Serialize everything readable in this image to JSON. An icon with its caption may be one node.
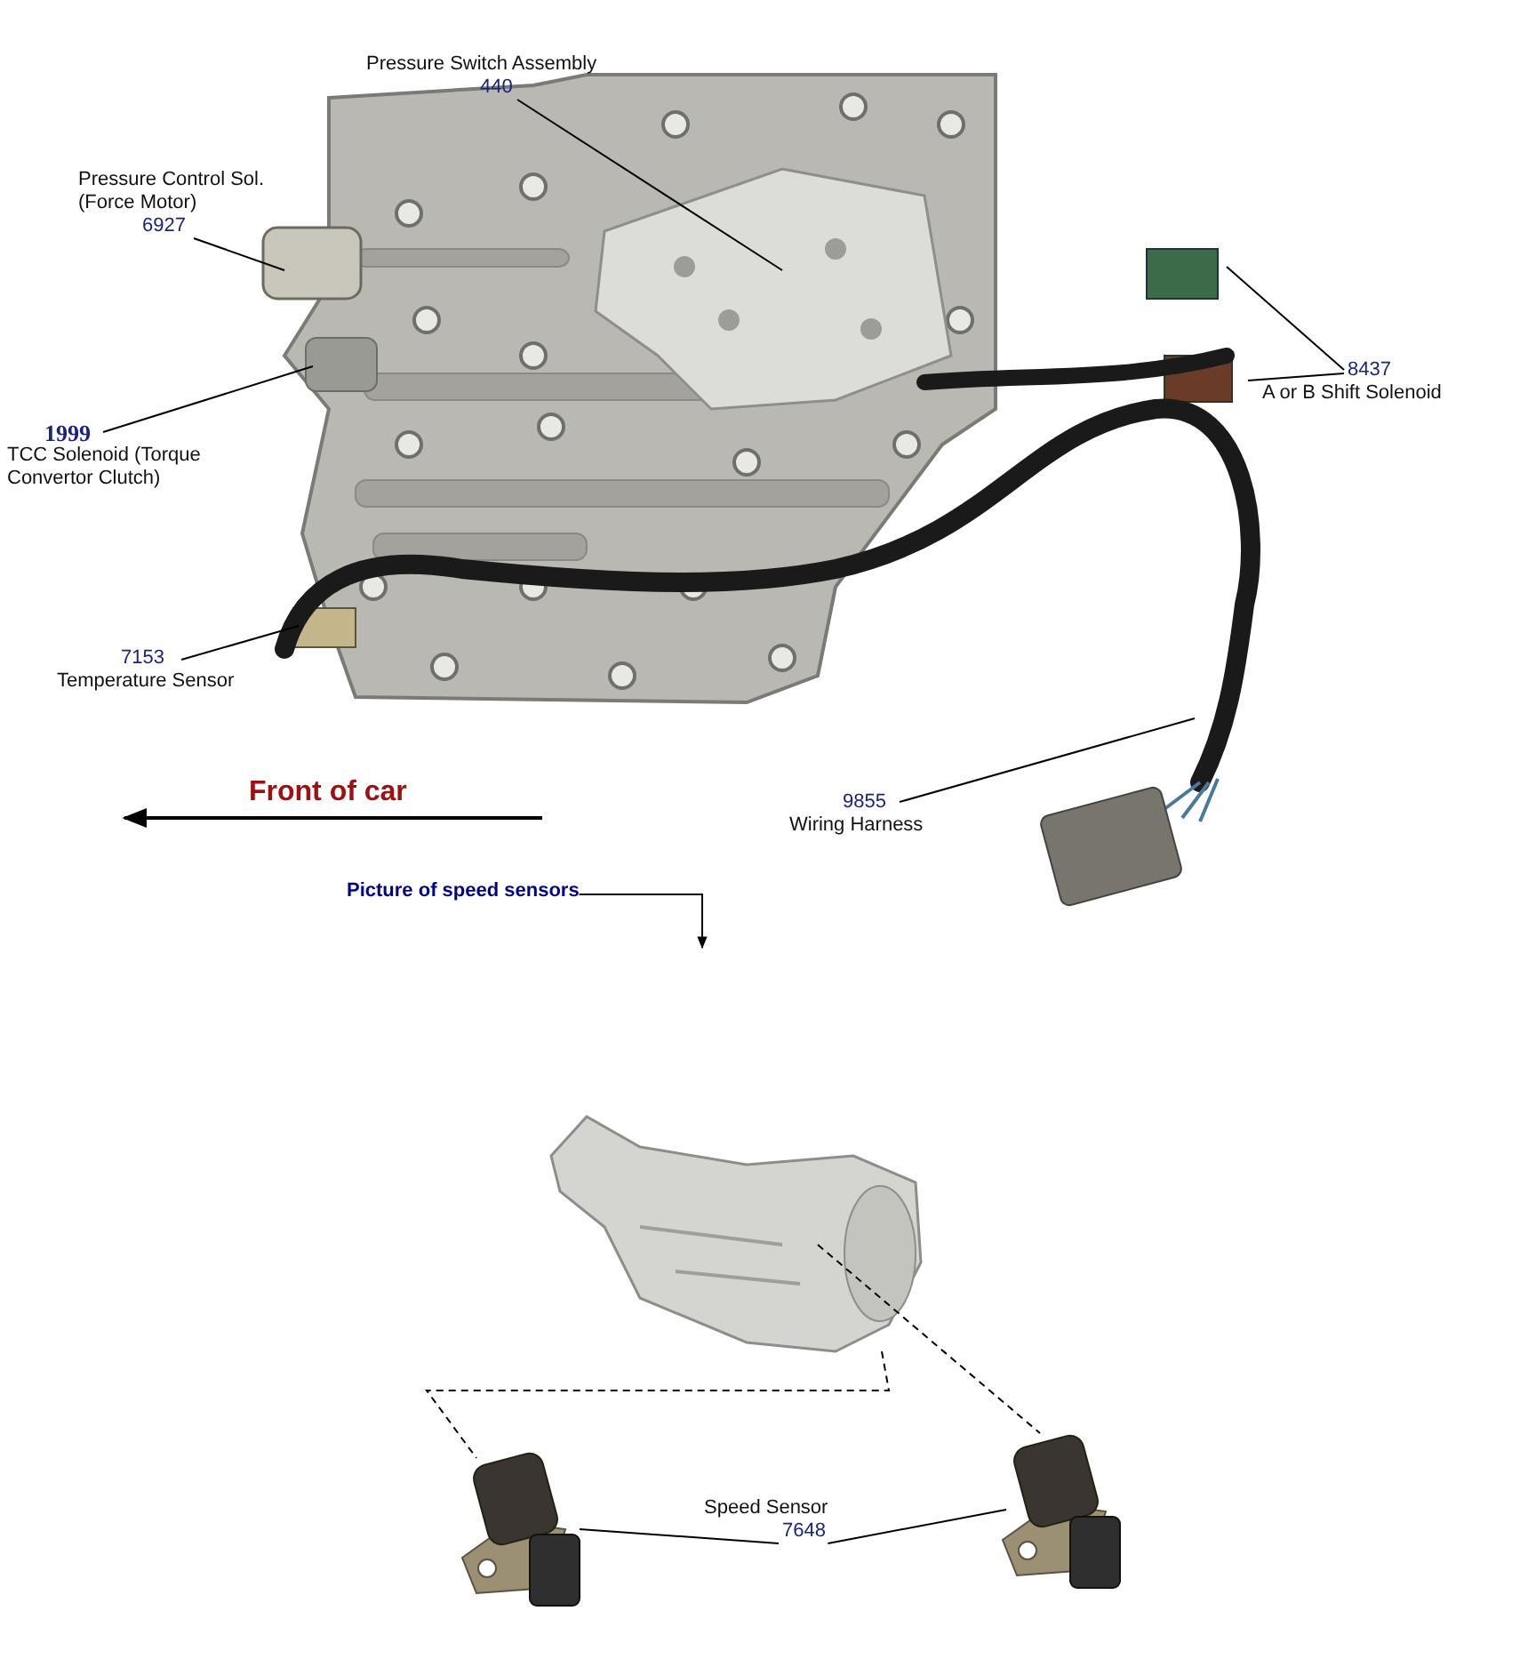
{
  "diagram": {
    "nodes": [
      {
        "text": [],
        "shape": "picture"
      },
      {
        "text": [
          "Pressure Switch Assembly",
          "440"
        ]
      },
      {
        "text": [
          "Pressure Control Sol. (Force Motor)",
          "6927"
        ]
      },
      {
        "text": [
          "1999",
          "TCC Solenoid (Torque Convertor Clutch)"
        ]
      },
      {
        "text": [
          "7153",
          "Temperature Sensor"
        ]
      },
      {
        "text": [
          "8437",
          "A or B Shift Solenoid"
        ]
      },
      {
        "text": [
          "9855",
          "Wiring Harness"
        ]
      },
      {
        "text": [
          "Picture of speed sensors"
        ]
      },
      {
        "text": [],
        "shape": "picture"
      },
      {
        "text": [],
        "shape": "picture"
      },
      {
        "text": [],
        "shape": "picture"
      },
      {
        "text": [
          "Speed Sensor",
          "7648"
        ]
      }
    ],
    "edges": [
      {
        "from": 1,
        "to": 0,
        "arrow": "none"
      },
      {
        "from": 2,
        "to": 0,
        "arrow": "none"
      },
      {
        "from": 3,
        "to": 0,
        "arrow": "none"
      },
      {
        "from": 4,
        "to": 0,
        "arrow": "none"
      },
      {
        "from": 5,
        "to": 0,
        "arrow": "none"
      },
      {
        "from": 5,
        "to": 0,
        "arrow": "none"
      },
      {
        "from": 6,
        "to": 0,
        "arrow": "none"
      },
      {
        "from": 7,
        "to": null,
        "arrow": "to"
      },
      {
        "from": 8,
        "to": 9,
        "arrow": "none",
        "style": "dashed"
      },
      {
        "from": 8,
        "to": 10,
        "arrow": "none",
        "style": "dashed"
      },
      {
        "from": 11,
        "to": 9,
        "arrow": "none"
      },
      {
        "from": 11,
        "to": 10,
        "arrow": "none"
      }
    ],
    "labels": [
      "Front of car"
    ]
  }
}
